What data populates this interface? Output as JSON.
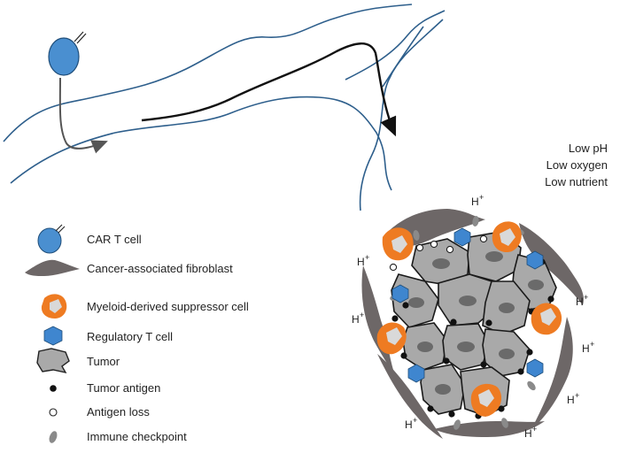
{
  "legend": {
    "items": [
      {
        "label": "CAR T cell"
      },
      {
        "label": "Cancer-associated fibroblast"
      },
      {
        "label": "Myeloid-derived suppressor cell"
      },
      {
        "label": "Regulatory T cell"
      },
      {
        "label": "Tumor"
      },
      {
        "label": "Tumor antigen"
      },
      {
        "label": "Antigen loss"
      },
      {
        "label": "Immune checkpoint"
      }
    ]
  },
  "conditions": {
    "lines": [
      "Low pH",
      "Low oxygen",
      "Low nutrient"
    ]
  },
  "proton_label": {
    "base": "H",
    "charge": "+"
  },
  "colors": {
    "car_t": "#4a8fd0",
    "fibroblast": "#6d6767",
    "mdsc": "#ee7b22",
    "treg": "#3f86cf",
    "tumor": "#a9a9a9",
    "vessel": "#2e5f8c"
  }
}
